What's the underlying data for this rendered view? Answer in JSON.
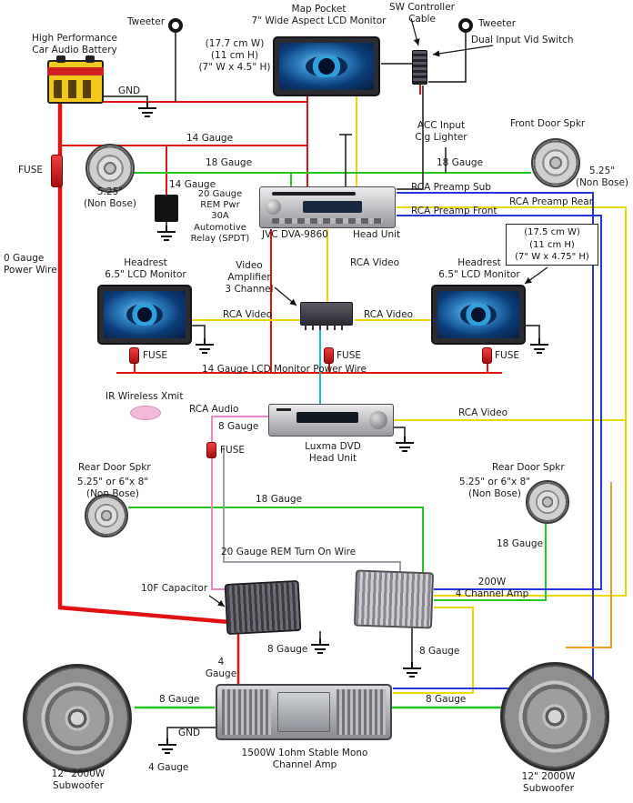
{
  "diagram": {
    "kind": "car-audio-wiring-diagram"
  },
  "wire_colors": {
    "power_red": "#e01212",
    "signal_yellow": "#ecd900",
    "speaker_green": "#22c522",
    "rca_blue": "#2438d8",
    "rca_cyan": "#28b8cc",
    "rca_pink": "#ec86c8",
    "rem_gray": "#9aa0a8",
    "accent_orange": "#f09a28",
    "ground_black": "#151515"
  },
  "labels": {
    "tweeter_left": "Tweeter",
    "tweeter_right": "Tweeter",
    "map_pocket": "Map Pocket\n7\" Wide Aspect LCD Monitor",
    "sw_controller": "SW Controller\nCable",
    "battery": "High Performance\nCar Audio Battery",
    "gnd_battery": "GND",
    "monitor_top_dims": "(17.7 cm W)\n(11 cm H)\n(7\" W x 4.5\" H)",
    "dual_input": "Dual Input Vid Switch",
    "acc_input": "ACC Input\nCig Lighter",
    "front_door_spkr": "Front Door Spkr",
    "gauge14_a": "14 Gauge",
    "gauge18_left": "18 Gauge",
    "gauge18_right": "18 Gauge",
    "fuse_main": "FUSE",
    "spkr_left_size": "5.25\"\n(Non Bose)",
    "spkr_right_size": "5.25\"\n(Non Bose)",
    "gauge14_b": "14 Gauge",
    "relay": "20 Gauge\nREM Pwr\n30A\nAutomotive\nRelay (SPDT)",
    "head_unit_model": "JVC DVA-9860",
    "head_unit": "Head Unit",
    "rca_preamp_sub": "RCA Preamp Sub",
    "rca_preamp_rear": "RCA Preamp Rear",
    "rca_preamp_front": "RCA Preamp Front",
    "monitor_rear_dims": "(17.5 cm W)\n(11 cm H)\n(7\" W x 4.75\" H)",
    "power_wire": "0 Gauge\nPower Wire",
    "headrest_left": "Headrest\n6.5\" LCD Monitor",
    "headrest_right": "Headrest\n6.5\" LCD Monitor",
    "rca_video_top": "RCA Video",
    "video_amp": "Video\nAmplifier\n3 Channel",
    "rca_video_left": "RCA Video",
    "rca_video_right": "RCA Video",
    "fuse_mon_left": "FUSE",
    "fuse_mon_center": "FUSE",
    "fuse_mon_right": "FUSE",
    "lcd_power_wire": "14 Gauge LCD Monitor Power Wire",
    "ir_xmit": "IR Wireless Xmit",
    "rca_audio": "RCA Audio",
    "gauge8_dvd": "8 Gauge",
    "rca_video_dvd": "RCA Video",
    "dvd_unit": "Luxma DVD\nHead Unit",
    "fuse_dvd": "FUSE",
    "rear_door_left": "Rear Door Spkr",
    "rear_left_size": "5.25\" or  6\"x 8\"\n(Non Bose)",
    "rear_door_right": "Rear Door Spkr",
    "rear_right_size": "5.25\" or  6\"x 8\"\n(Non Bose)",
    "gauge18_mid": "18 Gauge",
    "gauge18_rear_right": "18 Gauge",
    "rem_turn_on": "20 Gauge REM Turn On Wire",
    "capacitor": "10F Capacitor",
    "amp_4ch": "200W\n4 Channel Amp",
    "gauge8_cap": "8 Gauge",
    "gauge8_4ch": "8 Gauge",
    "gauge4_mono": "4\nGauge",
    "gauge8_sub_left": "8 Gauge",
    "gauge8_sub_right": "8 Gauge",
    "gnd_mono": "GND",
    "gauge4_gnd": "4 Gauge",
    "mono_amp": "1500W 1ohm Stable Mono\nChannel Amp",
    "sub_left": "12\" 2000W\nSubwoofer",
    "sub_right": "12\" 2000W\nSubwoofer"
  }
}
